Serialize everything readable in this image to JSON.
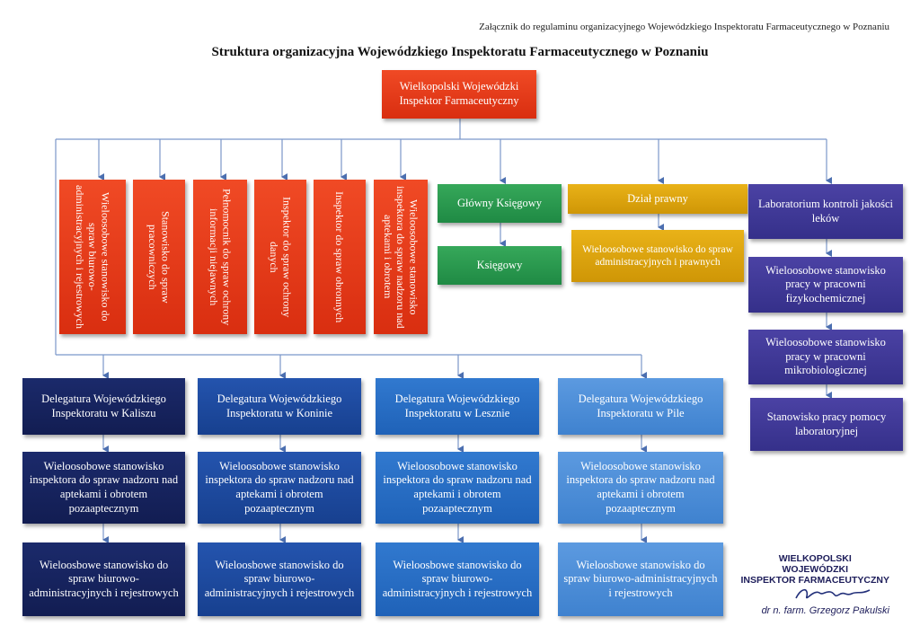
{
  "header": {
    "annex": "Załącznik do regulaminu organizacyjnego Wojewódzkiego Inspektoratu Farmaceutycznego w Poznaniu",
    "title": "Struktura organizacyjna Wojewódzkiego Inspektoratu Farmaceutycznego w Poznaniu"
  },
  "top": "Wielkopolski Wojewódzki Inspektor Farmaceutyczny",
  "red_units": [
    "Wieloosobowe stanowisko do spraw biurowo-administracyjnych i rejestrowych",
    "Stanowisko do spraw pracowniczych",
    "Pełnomocnik do spraw ochrony informacji niejawnych",
    "Inspektor do spraw ochrony danych",
    "Inspektor do spraw obronnych",
    "Wieloosobowe stanowisko inspektora do spraw nadzoru nad aptekami i obrotem"
  ],
  "finance": {
    "head": "Główny Księgowy",
    "sub": "Księgowy"
  },
  "legal": {
    "head": "Dział prawny",
    "sub": "Wieloosobowe stanowisko do spraw administracyjnych i prawnych"
  },
  "lab": {
    "head": "Laboratorium kontroli jakości leków",
    "items": [
      "Wieloosobowe stanowisko pracy w pracowni fizykochemicznej",
      "Wieloosobowe stanowisko pracy w pracowni mikrobiologicznej",
      "Stanowisko pracy pomocy laboratoryjnej"
    ]
  },
  "delegatures": [
    {
      "name": "Delegatura Wojewódzkiego Inspektoratu w Kaliszu",
      "inspector": "Wieloosobowe stanowisko inspektora do spraw nadzoru nad aptekami i obrotem pozaaptecznym",
      "office": "Wieloosbowe stanowisko do spraw biurowo-administracyjnych i rejestrowych"
    },
    {
      "name": "Delegatura Wojewódzkiego Inspektoratu w Koninie",
      "inspector": "Wieloosobowe stanowisko inspektora do spraw nadzoru nad aptekami i obrotem pozaaptecznym",
      "office": "Wieloosbowe stanowisko do spraw biurowo-administracyjnych i rejestrowych"
    },
    {
      "name": "Delegatura Wojewódzkiego Inspektoratu w Lesznie",
      "inspector": "Wieloosobowe stanowisko inspektora do spraw nadzoru nad aptekami i obrotem pozaaptecznym",
      "office": "Wieloosbowe stanowisko do spraw biurowo-administracyjnych i rejestrowych"
    },
    {
      "name": "Delegatura Wojewódzkiego Inspektoratu w Pile",
      "inspector": "Wieloosobowe stanowisko inspektora do spraw nadzoru nad aptekami i obrotem pozaaptecznym",
      "office": "Wieloosbowe stanowisko do spraw biurowo-administracyjnych i rejestrowych"
    }
  ],
  "stamp": {
    "line1": "WIELKOPOLSKI",
    "line2": "WOJEWÓDZKI",
    "line3": "INSPEKTOR FARMACEUTYCZNY",
    "name": "dr n. farm. Grzegorz Pakulski"
  },
  "colors": {
    "red": "#e23a18",
    "green": "#27964d",
    "gold": "#dba30e",
    "purple": "#3f3998",
    "navy": "#17235e",
    "connector": "#6f8fc4"
  }
}
